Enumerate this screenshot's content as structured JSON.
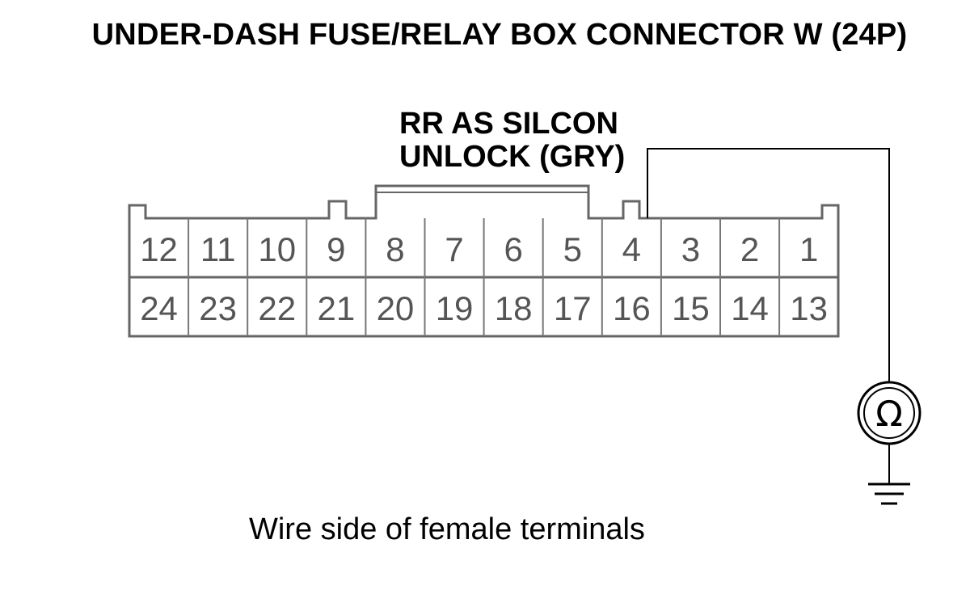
{
  "title": "UNDER-DASH FUSE/RELAY BOX CONNECTOR W (24P)",
  "wire_label": {
    "line1": "RR AS SILCON",
    "line2": "UNLOCK (GRY)"
  },
  "caption": "Wire side of female terminals",
  "meter_symbol": "Ω",
  "meter_icon": "ohmmeter-icon",
  "ground_icon": "ground-icon",
  "connector": {
    "top_row": [
      "12",
      "11",
      "10",
      "9",
      "8",
      "7",
      "6",
      "5",
      "4",
      "3",
      "2",
      "1"
    ],
    "bottom_row": [
      "24",
      "23",
      "22",
      "21",
      "20",
      "19",
      "18",
      "17",
      "16",
      "15",
      "14",
      "13"
    ],
    "probed_terminal": "4"
  }
}
